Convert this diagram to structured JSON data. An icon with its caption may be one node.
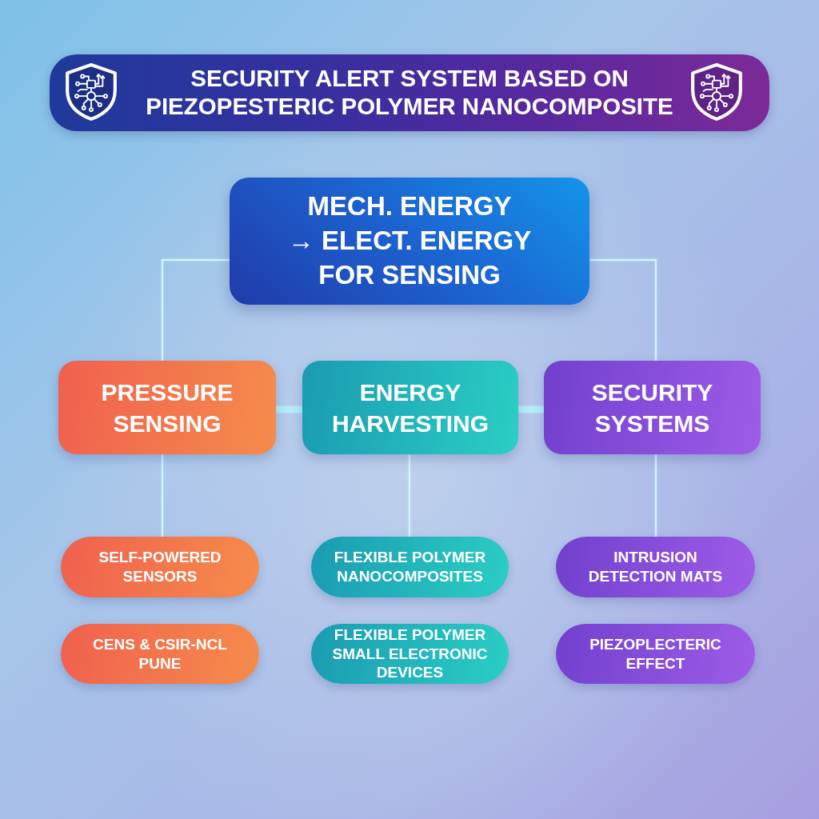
{
  "diagram": {
    "title": "SECURITY ALERT SYSTEM BASED ON PIEZOPESTERIC POLYMER NANOCOMPOSITE",
    "nodes": [
      {
        "text": [
          "MECH. ENERGY → ELECT. ENERGY FOR SENSING"
        ]
      },
      {
        "text": [
          "PRESSURE SENSING"
        ]
      },
      {
        "text": [
          "ENERGY HARVESTING"
        ]
      },
      {
        "text": [
          "SECURITY SYSTEMS"
        ]
      },
      {
        "text": [
          "SELF-POWERED SENSORS"
        ]
      },
      {
        "text": [
          "FLEXIBLE POLYMER NANOCOMPOSITES"
        ]
      },
      {
        "text": [
          "INTRUSION DETECTION MATS"
        ]
      },
      {
        "text": [
          "CENS & CSIR-NCL PUNE"
        ]
      },
      {
        "text": [
          "FLEXIBLE POLYMER SMALL ELECTRONIC DEVICES"
        ]
      },
      {
        "text": [
          "PIEZOPLECTERIC EFFECT"
        ]
      }
    ],
    "edges": [
      {
        "from": 0,
        "to": 1,
        "arrow": "none"
      },
      {
        "from": 0,
        "to": 3,
        "arrow": "none"
      },
      {
        "from": 1,
        "to": 2,
        "arrow": "none",
        "style": "thick"
      },
      {
        "from": 2,
        "to": 3,
        "arrow": "none",
        "style": "thick"
      },
      {
        "from": 1,
        "to": 4,
        "arrow": "none"
      },
      {
        "from": 2,
        "to": 5,
        "arrow": "none"
      },
      {
        "from": 3,
        "to": 6,
        "arrow": "none"
      }
    ]
  }
}
